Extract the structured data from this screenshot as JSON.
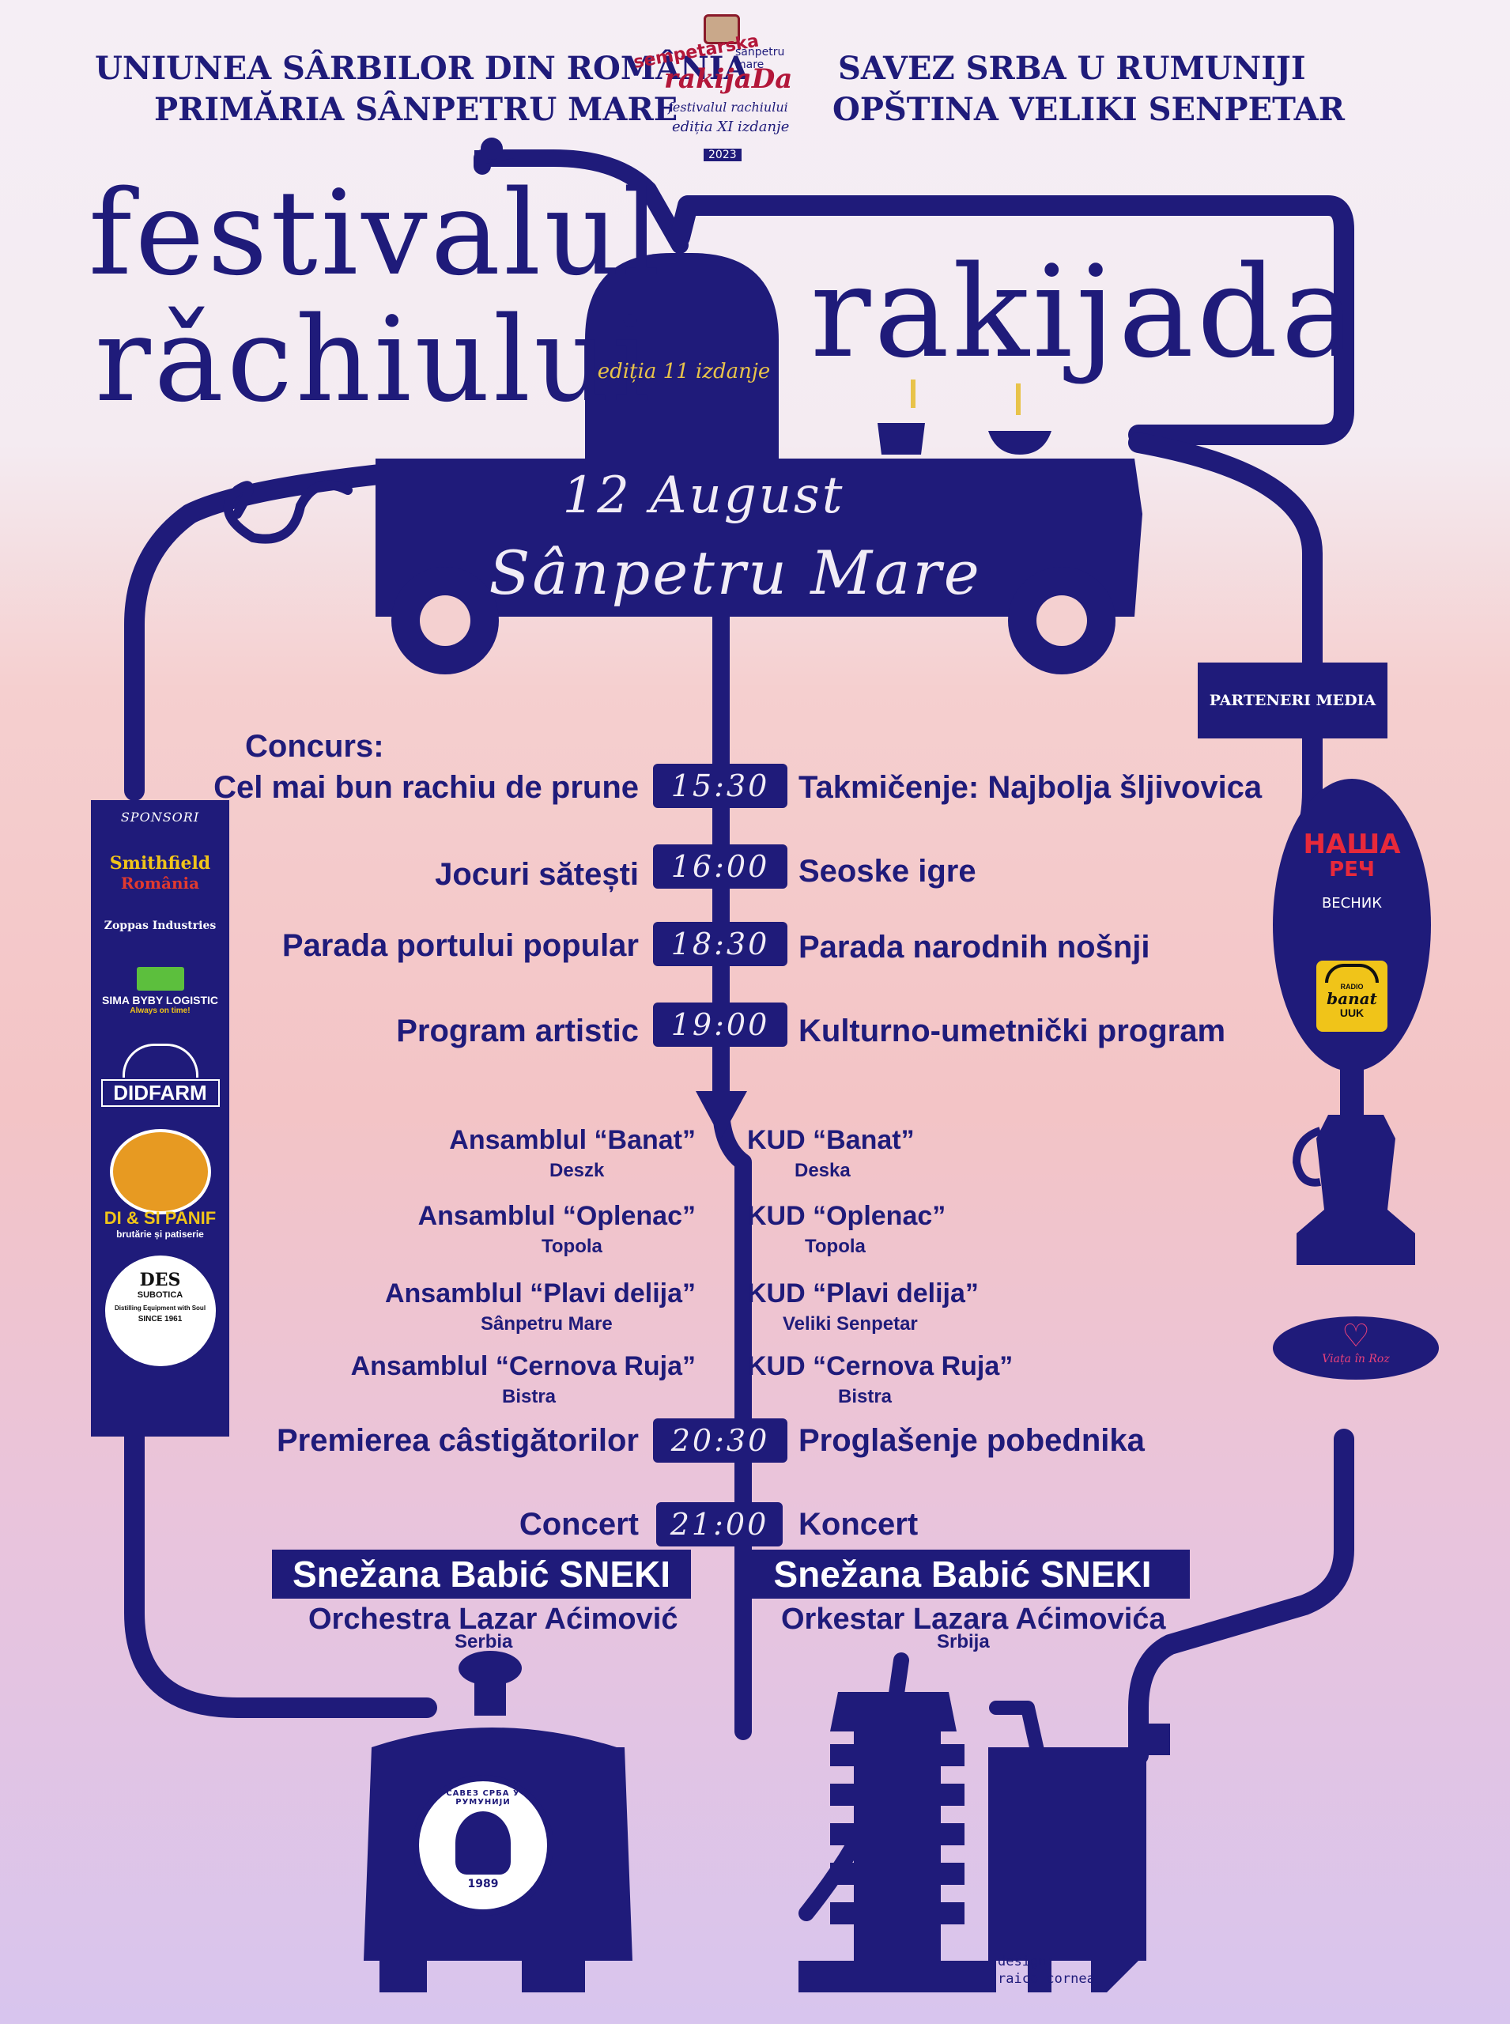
{
  "header": {
    "left_line1": "UNIUNEA SÂRBILOR DIN ROMÂNIA",
    "left_line2": "PRIMĂRIA SÂNPETRU MARE",
    "right_line1": "SAVEZ SRBA U RUMUNIJI",
    "right_line2": "OPŠTINA VELIKI SENPETAR",
    "logo": {
      "arc_top": "sempetarska",
      "arc_right": "sanpetru mare",
      "name": "rakijaDa",
      "tagline": "festivalul rachiului",
      "edition": "ediția XI izdanje",
      "year": "2023"
    }
  },
  "title": {
    "left_line1": "festivalul",
    "left_line2": "rǎchiului",
    "right": "rakijada",
    "edition_label": "ediția 11 izdanje",
    "date": "12 August",
    "place": "Sânpetru Mare"
  },
  "program": [
    {
      "left_top": "Concurs:",
      "left": "Cel mai bun rachiu de prune",
      "time": "15:30",
      "right": "Takmičenje: Najbolja šljivovica"
    },
    {
      "left": "Jocuri sătești",
      "time": "16:00",
      "right": "Seoske igre"
    },
    {
      "left": "Parada portului popular",
      "time": "18:30",
      "right": "Parada narodnih nošnji"
    },
    {
      "left": "Program artistic",
      "time": "19:00",
      "right": "Kulturno-umetnički program"
    }
  ],
  "ensembles": [
    {
      "left": "Ansamblul  “Banat”",
      "left_sub": "Deszk",
      "right": "KUD “Banat”",
      "right_sub": "Deska"
    },
    {
      "left": "Ansamblul  “Oplenac”",
      "left_sub": "Topola",
      "right": "KUD “Oplenac”",
      "right_sub": "Topola"
    },
    {
      "left": "Ansamblul  “Plavi delija”",
      "left_sub": "Sânpetru Mare",
      "right": "KUD “Plavi delija”",
      "right_sub": "Veliki Senpetar"
    },
    {
      "left": "Ansamblul  “Cernova Ruja”",
      "left_sub": "Bistra",
      "right": "KUD “Cernova Ruja”",
      "right_sub": "Bistra"
    }
  ],
  "awards": {
    "left": "Premierea câstigătorilor",
    "time": "20:30",
    "right": "Proglašenje pobednika"
  },
  "concert": {
    "left": "Concert",
    "time": "21:00",
    "right": "Koncert",
    "artist_left": "Snežana Babić SNEKI",
    "artist_right": "Snežana Babić SNEKI",
    "orch_left": "Orchestra Lazar Aćimović",
    "orch_left_sub": "Serbia",
    "orch_right": "Orkestar Lazara Aćimovića",
    "orch_right_sub": "Srbija"
  },
  "sponsors": {
    "title": "SPONSORI",
    "items": [
      {
        "line1": "Smithfield",
        "line2": "România"
      },
      {
        "line1": "Zoppas Industries",
        "line2": ""
      },
      {
        "line1": "SIMA BYBY LOGISTIC",
        "line2": "Always on time!"
      },
      {
        "line1": "DIDFARM",
        "line2": ""
      },
      {
        "line1": "DI & SI PANIF",
        "line2": "brutărie și patiserie"
      },
      {
        "line1": "DES",
        "line2": "SUBOTICA",
        "line3": "Distilling Equipment with Soul",
        "line4": "SINCE 1961"
      }
    ]
  },
  "media": {
    "title": "PARTENERI MEDIA",
    "items": [
      {
        "line1": "НАША",
        "line2": "РЕЧ",
        "line3": "ВЕСНИК"
      },
      {
        "line1": "RADIO",
        "line2": "banat",
        "line3": "UUK"
      },
      {
        "line1": "Viața în Roz"
      }
    ]
  },
  "emblem": {
    "arc": "САВЕЗ СРБА У РУМУНИЈИ",
    "year": "1989"
  },
  "credit": {
    "line1": "design:",
    "line2": "raico cornea"
  },
  "colors": {
    "navy": "#1f1b7a",
    "cream": "#f1ecf6",
    "gold": "#e8c34a"
  }
}
